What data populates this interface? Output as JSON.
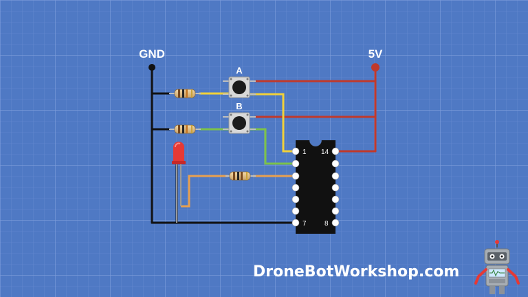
{
  "labels": {
    "gnd": "GND",
    "vcc": "5V",
    "button_a": "A",
    "button_b": "B"
  },
  "ic": {
    "pin_1": "1",
    "pin_7": "7",
    "pin_8": "8",
    "pin_14": "14"
  },
  "footer": {
    "website": "DroneBotWorkshop.com"
  },
  "colors": {
    "background": "#4f79c4",
    "ground_wire": "#111111",
    "power_wire": "#c0392b",
    "wire_a": "#f1d13a",
    "wire_b": "#7cc24a",
    "wire_led": "#e8a050",
    "led": "#e53935"
  },
  "icons": {
    "logo": "robot-mascot-icon"
  }
}
